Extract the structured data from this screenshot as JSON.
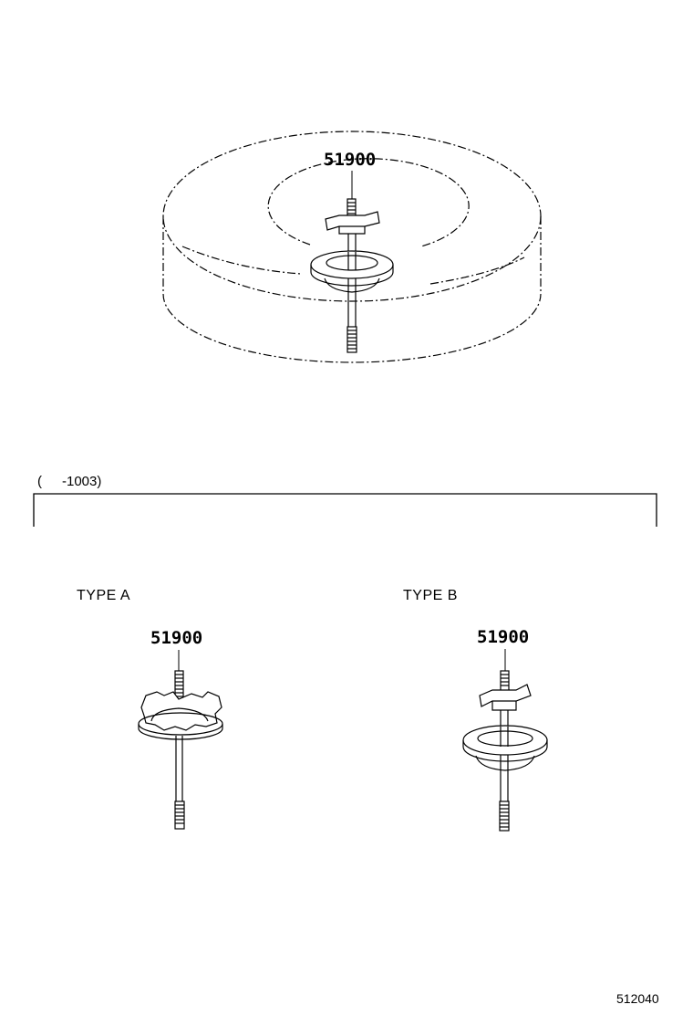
{
  "main_view": {
    "part_number": "51900"
  },
  "variant_section": {
    "range_open": "(",
    "range_value": "-1003)",
    "type_a": {
      "label": "TYPE  A",
      "part_number": "51900"
    },
    "type_b": {
      "label": "TYPE  B",
      "part_number": "51900"
    }
  },
  "illustration_number": "512040",
  "colors": {
    "line": "#000000",
    "background": "#ffffff"
  }
}
